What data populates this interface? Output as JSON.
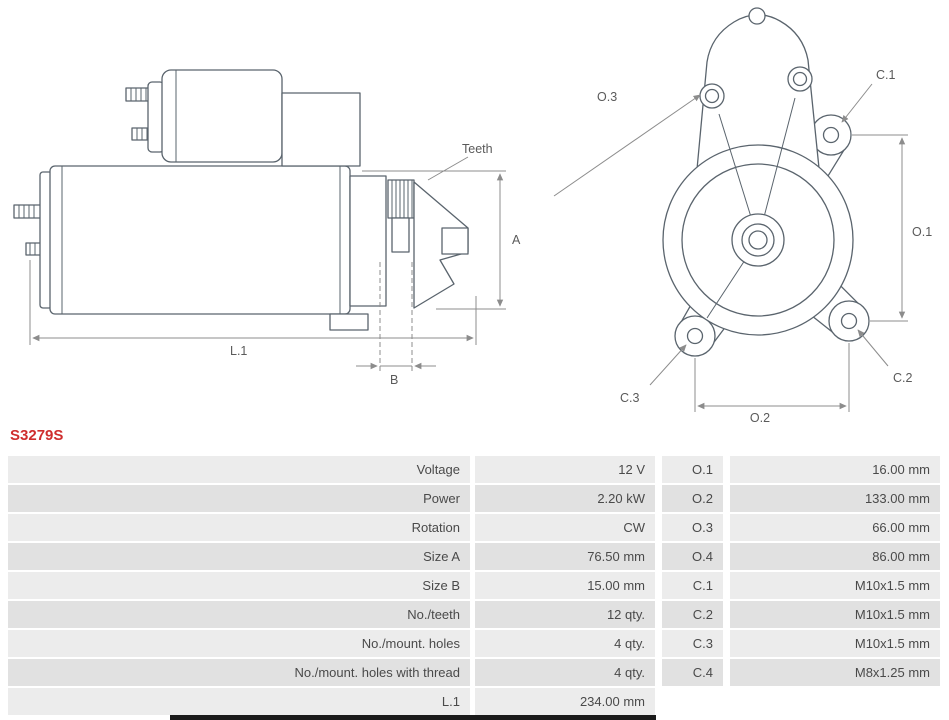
{
  "part_number": "S3279S",
  "colors": {
    "accent_red": "#cf2e2e",
    "row_light": "#ececec",
    "row_dark": "#e1e1e1",
    "drawing_line": "#5a646d",
    "dim_line": "#8c8c8c"
  },
  "diagram": {
    "side_view": {
      "teeth_label": "Teeth",
      "dim_a": "A",
      "dim_b": "B",
      "dim_l1": "L.1"
    },
    "front_view": {
      "dim_o1": "O.1",
      "dim_o2": "O.2",
      "dim_o3": "O.3",
      "dim_c1": "C.1",
      "dim_c2": "C.2",
      "dim_c3": "C.3"
    }
  },
  "table": {
    "rows": [
      {
        "label": "Voltage",
        "value": "12 V",
        "label2": "O.1",
        "value2": "16.00 mm"
      },
      {
        "label": "Power",
        "value": "2.20 kW",
        "label2": "O.2",
        "value2": "133.00 mm"
      },
      {
        "label": "Rotation",
        "value": "CW",
        "label2": "O.3",
        "value2": "66.00 mm"
      },
      {
        "label": "Size A",
        "value": "76.50 mm",
        "label2": "O.4",
        "value2": "86.00 mm"
      },
      {
        "label": "Size B",
        "value": "15.00 mm",
        "label2": "C.1",
        "value2": "M10x1.5 mm"
      },
      {
        "label": "No./teeth",
        "value": "12 qty.",
        "label2": "C.2",
        "value2": "M10x1.5 mm"
      },
      {
        "label": "No./mount. holes",
        "value": "4 qty.",
        "label2": "C.3",
        "value2": "M10x1.5 mm"
      },
      {
        "label": "No./mount. holes with thread",
        "value": "4 qty.",
        "label2": "C.4",
        "value2": "M8x1.25 mm"
      },
      {
        "label": "L.1",
        "value": "234.00 mm",
        "label2": "",
        "value2": ""
      }
    ]
  }
}
